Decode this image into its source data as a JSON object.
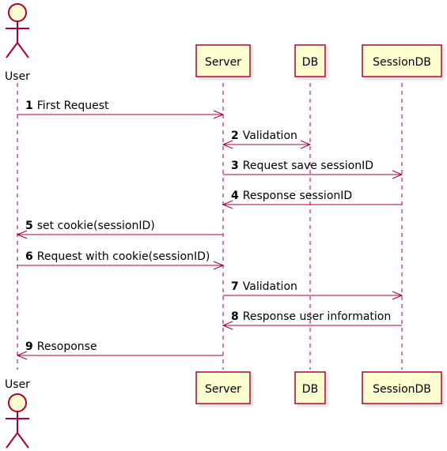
{
  "diagram": {
    "type": "sequence",
    "colors": {
      "line": "#a80036",
      "box_fill": "#fefece",
      "box_border": "#a80036",
      "text": "#000000",
      "shadow": "#c6c6c6"
    },
    "participants": [
      {
        "id": "user",
        "label": "User",
        "kind": "actor"
      },
      {
        "id": "server",
        "label": "Server",
        "kind": "participant"
      },
      {
        "id": "db",
        "label": "DB",
        "kind": "participant"
      },
      {
        "id": "sessiondb",
        "label": "SessionDB",
        "kind": "participant"
      }
    ],
    "messages": [
      {
        "num": "1",
        "text": "First Request",
        "from": "user",
        "to": "server"
      },
      {
        "num": "2",
        "text": "Validation",
        "from": "server",
        "to": "db",
        "bidirectional": true
      },
      {
        "num": "3",
        "text": "Request save sessionID",
        "from": "server",
        "to": "sessiondb"
      },
      {
        "num": "4",
        "text": "Response sessionID",
        "from": "sessiondb",
        "to": "server"
      },
      {
        "num": "5",
        "text": "set cookie(sessionID)",
        "from": "server",
        "to": "user"
      },
      {
        "num": "6",
        "text": "Request with cookie(sessionID)",
        "from": "user",
        "to": "server"
      },
      {
        "num": "7",
        "text": "Validation",
        "from": "server",
        "to": "sessiondb"
      },
      {
        "num": "8",
        "text": "Response user information",
        "from": "sessiondb",
        "to": "server"
      },
      {
        "num": "9",
        "text": "Resoponse",
        "from": "server",
        "to": "user"
      }
    ]
  }
}
